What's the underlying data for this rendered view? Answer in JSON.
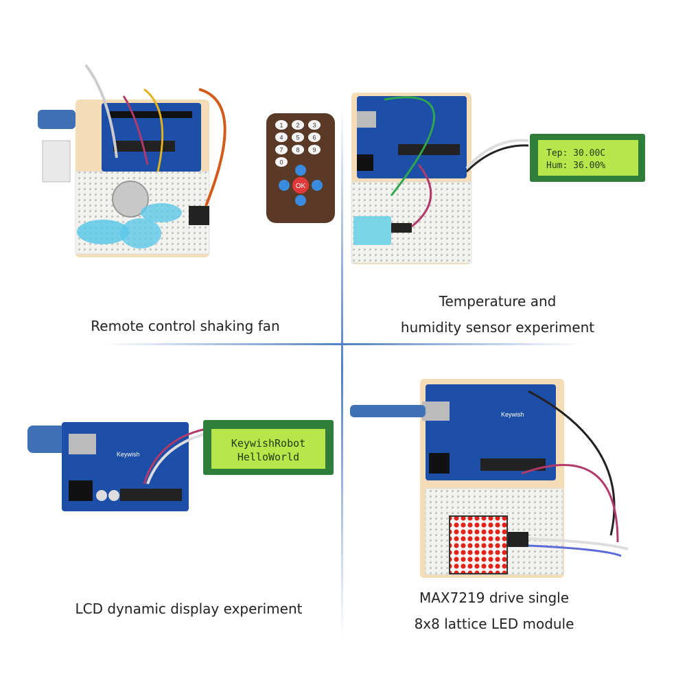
{
  "panels": [
    {
      "caption_lines": [
        "Remote control shaking fan"
      ]
    },
    {
      "caption_lines": [
        "Temperature and",
        "humidity sensor experiment"
      ],
      "lcd_lines": [
        "Tep: 30.00C",
        "Hum: 36.00%"
      ]
    },
    {
      "caption_lines": [
        "LCD dynamic display experiment"
      ],
      "lcd_lines": [
        "KeywishRobot",
        "HelloWorld"
      ]
    },
    {
      "caption_lines": [
        "MAX7219 drive single",
        "8x8 lattice LED module"
      ]
    }
  ],
  "remote": {
    "keys": [
      "1",
      "2",
      "3",
      "4",
      "5",
      "6",
      "7",
      "8",
      "9",
      "0"
    ],
    "ok_label": "OK"
  },
  "brand_label": "Keywish",
  "colors": {
    "divider": "#4f7fc8",
    "board": "#1d4fa8",
    "breadboard": "#f2f2ef",
    "base": "#f4ddb6",
    "lcd": "#b6e64a",
    "led": "#e2231a"
  }
}
